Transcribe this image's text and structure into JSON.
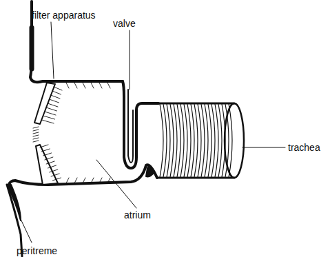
{
  "diagram": {
    "labels": [
      "filter apparatus",
      "valve",
      "trachea",
      "atrium",
      "peritreme"
    ]
  }
}
